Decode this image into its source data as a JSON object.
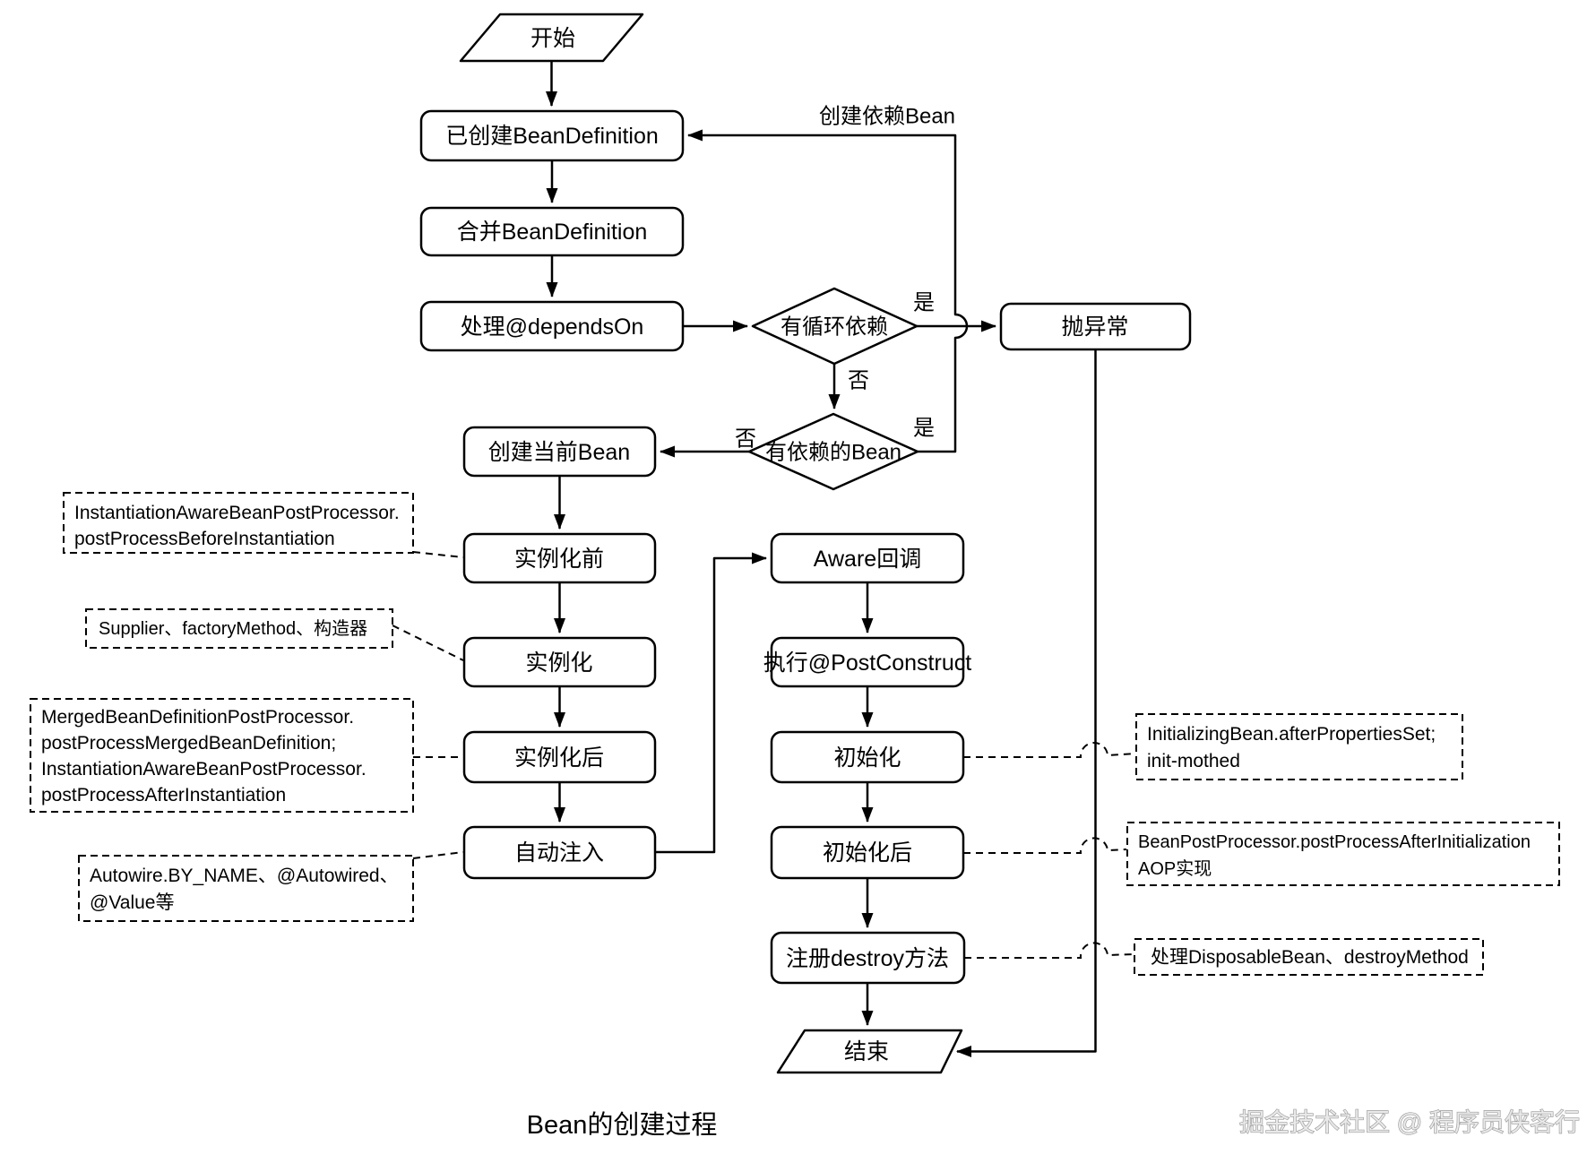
{
  "title": "Bean的创建过程",
  "watermark": "掘金技术社区 @ 程序员侠客行",
  "nodes": {
    "start": "开始",
    "bean_definition_created": "已创建BeanDefinition",
    "merge_bean_definition": "合并BeanDefinition",
    "handle_depends_on": "处理@dependsOn",
    "has_circular_dependency": "有循环依赖",
    "throw_exception": "抛异常",
    "has_dependent_bean": "有依赖的Bean",
    "create_current_bean": "创建当前Bean",
    "before_instantiation": "实例化前",
    "instantiation": "实例化",
    "after_instantiation": "实例化后",
    "autowire_inject": "自动注入",
    "aware_callback": "Aware回调",
    "post_construct": "执行@PostConstruct",
    "initialization": "初始化",
    "after_initialization": "初始化后",
    "register_destroy": "注册destroy方法",
    "end": "结束"
  },
  "edge_labels": {
    "circular_yes": "是",
    "circular_no": "否",
    "dependent_yes": "是",
    "dependent_no": "否",
    "create_dependent_bean": "创建依赖Bean"
  },
  "annotations": {
    "before_instantiation": {
      "line1": "InstantiationAwareBeanPostProcessor.",
      "line2": "postProcessBeforeInstantiation"
    },
    "instantiation": {
      "line1": "Supplier、factoryMethod、构造器"
    },
    "after_instantiation": {
      "line1": "MergedBeanDefinitionPostProcessor.",
      "line2": "postProcessMergedBeanDefinition;",
      "line3": "InstantiationAwareBeanPostProcessor.",
      "line4": "postProcessAfterInstantiation"
    },
    "autowire": {
      "line1": "Autowire.BY_NAME、@Autowired、",
      "line2": "@Value等"
    },
    "initialization": {
      "line1": "InitializingBean.afterPropertiesSet;",
      "line2": "init-mothed"
    },
    "after_initialization": {
      "line1": "BeanPostProcessor.postProcessAfterInitialization",
      "line2": "AOP实现"
    },
    "register_destroy": {
      "line1": "处理DisposableBean、destroyMethod"
    }
  },
  "colors": {
    "line": "#000000",
    "box_fill": "#ffffff",
    "watermark": "#bfbfbf"
  }
}
